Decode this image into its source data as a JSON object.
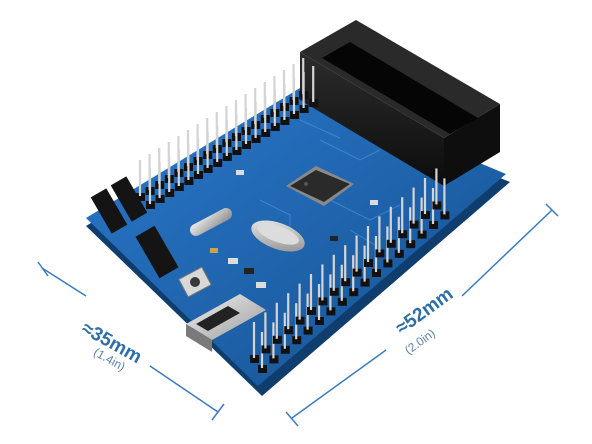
{
  "photo": {
    "subject": "STM32 development board",
    "width_label": "≈35mm",
    "width_label_in": "(1.4in)",
    "length_label": "≈52mm",
    "length_label_in": "(2.0in)",
    "colors": {
      "pcb": "#1f66b8",
      "pcb_edge": "#174f8f",
      "header": "#1a1a1a",
      "pins": "#d9d9d9",
      "chip": "#2a2a2a",
      "dimension_line": "#3a7bbf"
    }
  }
}
